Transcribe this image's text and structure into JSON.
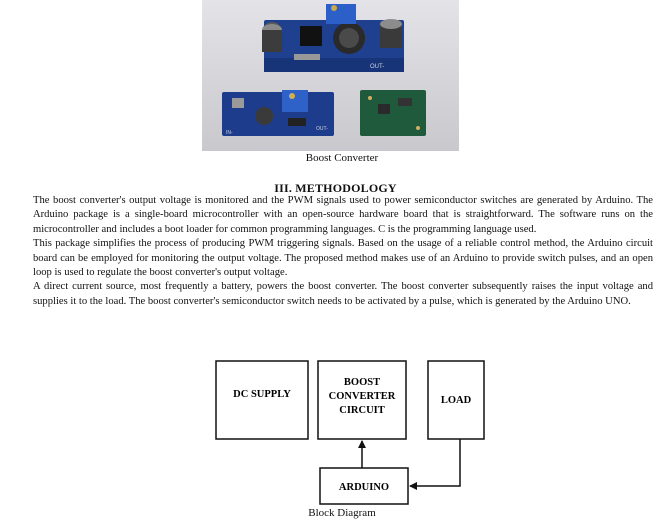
{
  "figure1": {
    "caption": "Boost Converter"
  },
  "section": {
    "heading": "III. METHODOLOGY",
    "paragraphs": [
      "The boost converter's output voltage is monitored and the PWM signals used to power semiconductor switches are generated by Arduino. The Arduino package is a single-board microcontroller with an open-source hardware board that is straightforward. The software runs on the microcontroller and includes a boot loader for common programming languages. C is the programming language used.",
      "This package simplifies the process of producing PWM triggering signals. Based on the usage of a reliable control method, the Arduino circuit board can be employed for monitoring the output voltage. The proposed method makes use of an Arduino to provide switch pulses, and an open loop is used to regulate the boost converter's output voltage.",
      "A direct current source, most frequently a battery, powers the boost converter. The boost converter subsequently raises the input voltage and supplies it to the load. The boost converter's semiconductor switch needs to be activated by a pulse, which is generated by the Arduino UNO."
    ]
  },
  "figure2": {
    "caption": "Block Diagram",
    "blocks": {
      "dc_supply": "DC SUPPLY",
      "boost_line1": "BOOST",
      "boost_line2": "CONVERTER",
      "boost_line3": "CIRCUIT",
      "load": "LOAD",
      "arduino": "ARDUINO"
    }
  },
  "photo_labels": {
    "out_minus": "OUT-",
    "in_minus": "IN-"
  }
}
